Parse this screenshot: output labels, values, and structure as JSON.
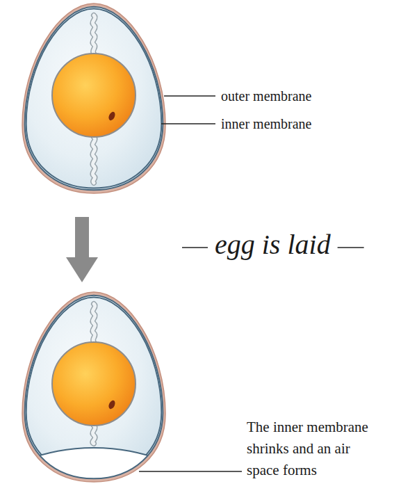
{
  "diagram": {
    "labels": [
      "outer membrane",
      "inner membrane",
      "egg is laid",
      "The inner membrane shrinks and an air space forms"
    ]
  }
}
